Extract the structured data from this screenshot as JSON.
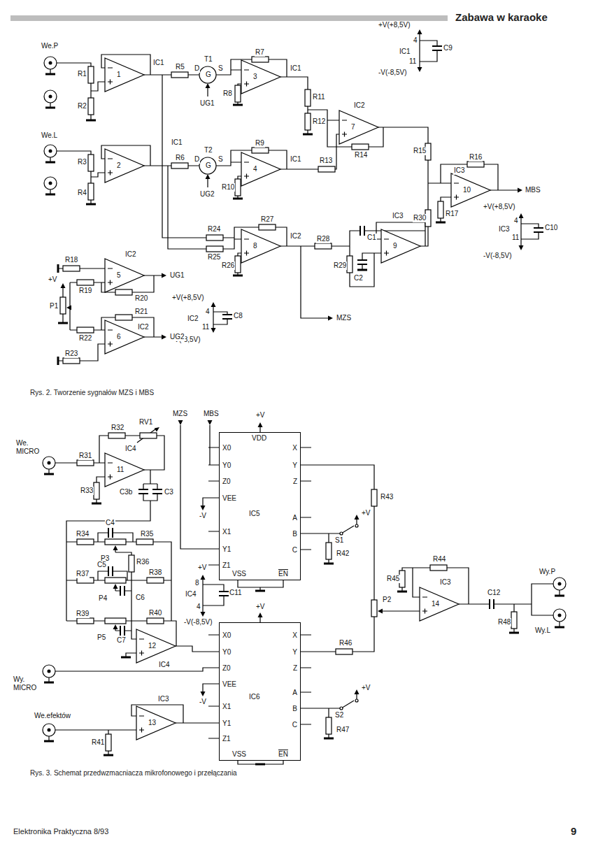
{
  "diagram": {
    "nodes": [
      {
        "text": [
          "VDD",
          "X0",
          "Y0",
          "Z0",
          "VEE",
          "X1",
          "Y1",
          "Z1",
          "VSS",
          "EN",
          "X",
          "Y",
          "Z",
          "A",
          "B",
          "C",
          "IC5"
        ]
      },
      {
        "text": [
          "X0",
          "Y0",
          "Z0",
          "VEE",
          "X1",
          "Y1",
          "Z1",
          "VSS",
          "EN",
          "X",
          "Y",
          "Z",
          "A",
          "B",
          "C",
          "IC6"
        ]
      }
    ],
    "labels": [
      "Zabawa w karaoke",
      "We.P",
      "R1",
      "R2",
      "IC1",
      "1",
      "R5",
      "D",
      "T1",
      "S",
      "G",
      "UG1",
      "R7",
      "IC1",
      "3",
      "R8",
      "R11",
      "R12",
      "IC2",
      "7",
      "R14",
      "+V(+8,5V)",
      "4",
      "IC1",
      "11",
      "C9",
      "-V(-8,5V)",
      "We.L",
      "R3",
      "R4",
      "IC1",
      "2",
      "R6",
      "D",
      "T2",
      "S",
      "G",
      "UG2",
      "R9",
      "IC1",
      "4",
      "R10",
      "R13",
      "R15",
      "R16",
      "IC3",
      "10",
      "MBS",
      "R17",
      "R30",
      "+V(+8,5V)",
      "4",
      "IC3",
      "11",
      "C10",
      "-V(-8,5V)",
      "R27",
      "R24",
      "R25",
      "IC2",
      "8",
      "R26",
      "R28",
      "C1",
      "IC3",
      "9",
      "C2",
      "R29",
      "MZS",
      "+V(+8,5V)",
      "4",
      "IC2",
      "11",
      "C8",
      "-V(-8,5V)",
      "R18",
      "IC2",
      "5",
      "UG1",
      "+V",
      "R19",
      "P1",
      "R20",
      "R21",
      "R22",
      "IC2",
      "6",
      "UG2",
      "R23",
      "Rys. 2. Tworzenie sygnałów MZS i MBS",
      "MZS",
      "MBS",
      "+V",
      "We. MICRO",
      "R31",
      "R32",
      "RV1",
      "IC4",
      "11",
      "R33",
      "C3b",
      "C3",
      "R34",
      "C4",
      "R35",
      "P3",
      "R36",
      "C5",
      "R37",
      "P4",
      "R38",
      "C6",
      "R39",
      "P5",
      "R40",
      "C7",
      "IC4",
      "12",
      "+V",
      "8",
      "IC4",
      "C11",
      "4",
      "-V(-8,5V)",
      "-V",
      "S1",
      "+V",
      "R42",
      "R43",
      "P2",
      "R44",
      "IC3",
      "14",
      "R45",
      "C12",
      "R48",
      "Wy.P",
      "Wy.L",
      "+V",
      "-V",
      "R46",
      "S2",
      "+V",
      "R47",
      "Wy. MICRO",
      "We.efektów",
      "R41",
      "IC3",
      "13",
      "Rys. 3. Schemat przedwzmacniacza mikrofonowego i przełączania",
      "Elektronika Praktyczna 8/93",
      "9"
    ]
  }
}
